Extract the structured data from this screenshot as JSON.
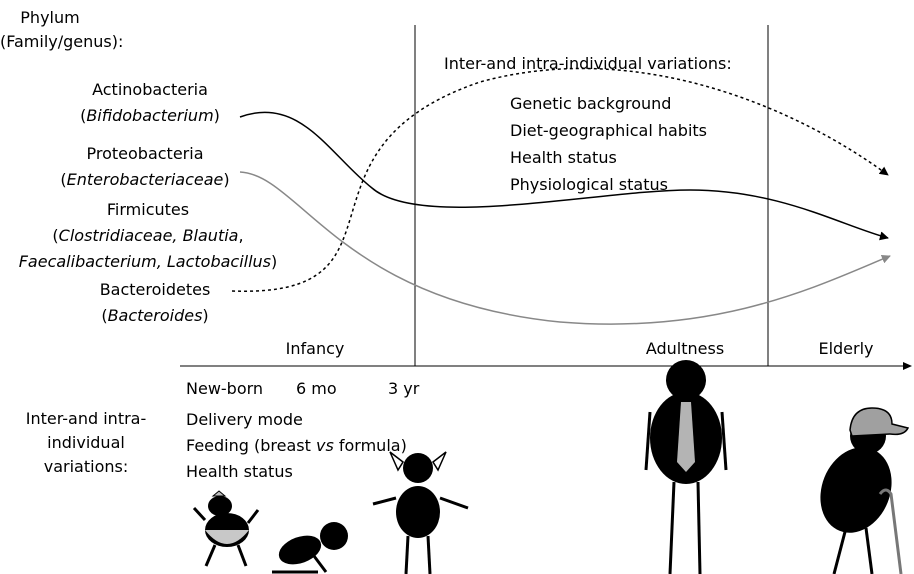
{
  "phylum_header": {
    "line1": "Phylum",
    "line2": "(Family/genus):"
  },
  "taxa": [
    {
      "phylum": "Actinobacteria",
      "genera_pre": "(",
      "genera_italic": "Bifidobacterium",
      "genera_post": ")"
    },
    {
      "phylum": "Proteobacteria",
      "genera_pre": "(",
      "genera_italic": "Enterobacteriaceae",
      "genera_post": ")"
    },
    {
      "phylum": "Firmicutes",
      "genera_line1_pre": "(",
      "genera_line1_italic": "Clostridiaceae, Blautia",
      "genera_line1_post": ",",
      "genera_line2_italic": "Faecalibacterium, Lactobacillus",
      "genera_line2_post": ")"
    },
    {
      "phylum": "Bacteroidetes",
      "genera_pre": "(",
      "genera_italic": "Bacteroides",
      "genera_post": ")"
    }
  ],
  "adult_variations": {
    "title": "Inter-and intra-individual variations:",
    "items": [
      "Genetic background",
      "Diet-geographical habits",
      "Health status",
      "Physiological status"
    ]
  },
  "stages": [
    "Infancy",
    "Adultness",
    "Elderly"
  ],
  "age_ticks": [
    "New-born",
    "6 mo",
    "3 yr"
  ],
  "infant_variations": {
    "label_lines": [
      "Inter-and intra-",
      "individual",
      "variations:"
    ],
    "items": {
      "delivery": "Delivery mode",
      "feeding_pre": "Feeding (breast ",
      "feeding_italic": "vs",
      "feeding_post": " formula)",
      "health": "Health status"
    }
  },
  "colors": {
    "line": "#000000",
    "gray_curve": "#888888",
    "diaper": "#c8c8c8",
    "tie": "#b4b4b4",
    "cap": "#a0a0a0"
  },
  "icons": [
    "baby-icon",
    "crawling-baby-icon",
    "toddler-icon",
    "adult-icon",
    "elderly-icon"
  ]
}
